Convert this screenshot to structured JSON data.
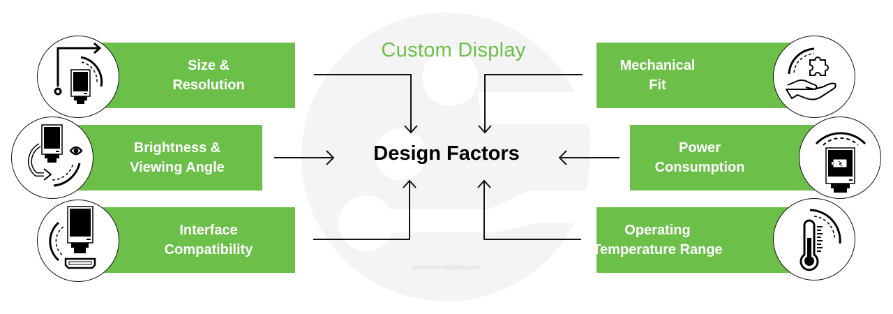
{
  "header": {
    "subtitle": "Custom Display",
    "title": "Design Factors"
  },
  "colors": {
    "accent": "#6cc04a",
    "text_dark": "#000000",
    "watermark_bg": "#f4f4f4"
  },
  "factors": [
    {
      "id": "size-resolution",
      "line1": "Size &",
      "line2": "Resolution",
      "icon": "display-resize-icon",
      "side": "left"
    },
    {
      "id": "brightness-viewing-angle",
      "line1": "Brightness &",
      "line2": "Viewing Angle",
      "icon": "display-eye-rotate-icon",
      "side": "left"
    },
    {
      "id": "interface-compatibility",
      "line1": "Interface",
      "line2": "Compatibility",
      "icon": "display-hdmi-icon",
      "side": "left"
    },
    {
      "id": "mechanical-fit",
      "line1": "Mechanical",
      "line2": "Fit",
      "icon": "hand-puzzle-icon",
      "side": "right"
    },
    {
      "id": "power-consumption",
      "line1": "Power",
      "line2": "Consumption",
      "icon": "display-battery-icon",
      "side": "right"
    },
    {
      "id": "operating-temperature-range",
      "line1": "Operating",
      "line2": "Temperature Range",
      "icon": "thermometer-icon",
      "side": "right"
    }
  ],
  "footer": {
    "watermark": "newhavendisplay.com"
  }
}
